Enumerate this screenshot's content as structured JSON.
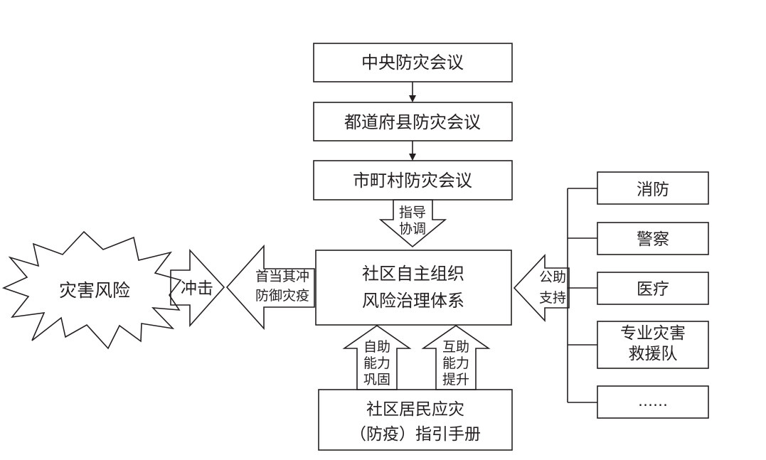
{
  "hierarchy": [
    {
      "label": "中央防灾会议"
    },
    {
      "label": "都道府县防灾会议"
    },
    {
      "label": "市町村防灾会议"
    }
  ],
  "guidance_arrow": {
    "lines": [
      "指导",
      "协调"
    ]
  },
  "center": {
    "lines": [
      "社区自主组织",
      "风险治理体系"
    ]
  },
  "risk": {
    "label": "灾害风险"
  },
  "impact_arrow": {
    "label": "冲击"
  },
  "defense_arrow": {
    "lines": [
      "首当其冲",
      "防御灾疫"
    ]
  },
  "support_arrow": {
    "lines": [
      "公助",
      "支持"
    ]
  },
  "public_agencies": [
    {
      "lines": [
        "消防"
      ]
    },
    {
      "lines": [
        "警察"
      ]
    },
    {
      "lines": [
        "医疗"
      ]
    },
    {
      "lines": [
        "专业灾害",
        "救援队"
      ]
    },
    {
      "lines": [
        "……"
      ]
    }
  ],
  "self_help_arrow": {
    "lines": [
      "自助",
      "能力",
      "巩固"
    ]
  },
  "mutual_help_arrow": {
    "lines": [
      "互助",
      "能力",
      "提升"
    ]
  },
  "manual": {
    "lines": [
      "社区居民应灾",
      "（防疫）指引手册"
    ]
  }
}
